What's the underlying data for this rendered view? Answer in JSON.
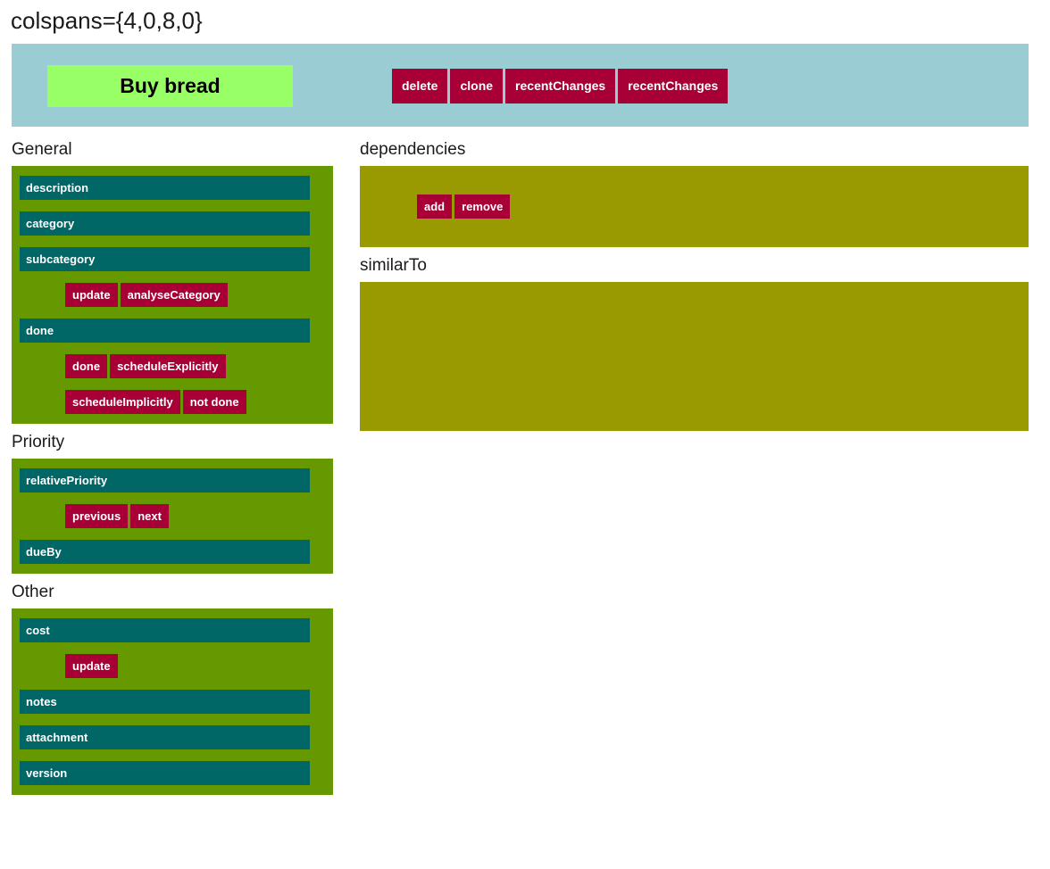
{
  "page": {
    "title": "colspans={4,0,8,0}"
  },
  "banner": {
    "entity_title": "Buy bread",
    "actions": [
      {
        "label": "delete",
        "name": "delete"
      },
      {
        "label": "clone",
        "name": "clone"
      },
      {
        "label": "recentChanges",
        "name": "recent-changes-1"
      },
      {
        "label": "recentChanges",
        "name": "recent-changes-2"
      }
    ]
  },
  "colors": {
    "banner_bg": "#9acdd3",
    "entity_title_bg": "#99ff66",
    "action_button_bg": "#a80036",
    "field_group_bg": "#669900",
    "field_bg": "#006666",
    "relation_group_bg": "#999900",
    "text_light": "#ffffff",
    "text_dark": "#1a1a1a"
  },
  "left_column": {
    "groups": [
      {
        "label": "General",
        "rows": [
          {
            "kind": "field",
            "label": "description"
          },
          {
            "kind": "field",
            "label": "category"
          },
          {
            "kind": "field",
            "label": "subcategory"
          },
          {
            "kind": "buttons",
            "buttons": [
              "update",
              "analyseCategory"
            ]
          },
          {
            "kind": "field",
            "label": "done"
          },
          {
            "kind": "buttons",
            "buttons": [
              "done",
              "scheduleExplicitly"
            ]
          },
          {
            "kind": "buttons",
            "buttons": [
              "scheduleImplicitly",
              "not done"
            ]
          }
        ]
      },
      {
        "label": "Priority",
        "rows": [
          {
            "kind": "field",
            "label": "relativePriority"
          },
          {
            "kind": "buttons",
            "buttons": [
              "previous",
              "next"
            ]
          },
          {
            "kind": "field",
            "label": "dueBy"
          }
        ]
      },
      {
        "label": "Other",
        "rows": [
          {
            "kind": "field",
            "label": "cost"
          },
          {
            "kind": "buttons",
            "buttons": [
              "update"
            ]
          },
          {
            "kind": "field",
            "label": "notes"
          },
          {
            "kind": "field",
            "label": "attachment"
          },
          {
            "kind": "field",
            "label": "version"
          }
        ]
      }
    ]
  },
  "right_column": {
    "groups": [
      {
        "label": "dependencies",
        "buttons": [
          "add",
          "remove"
        ],
        "empty": false
      },
      {
        "label": "similarTo",
        "buttons": [],
        "empty": true
      }
    ]
  }
}
